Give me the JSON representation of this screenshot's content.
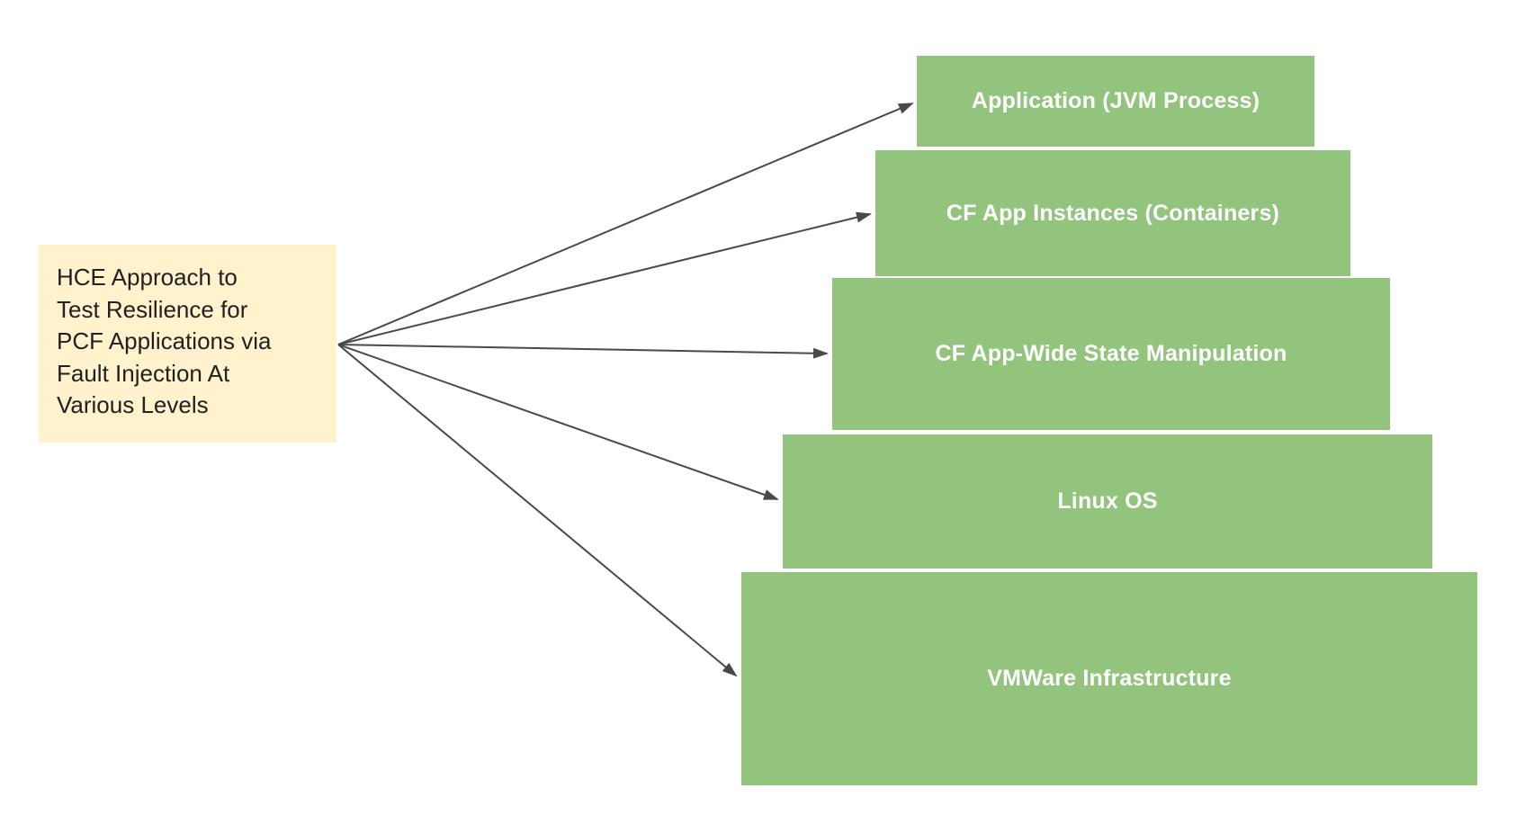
{
  "colors": {
    "background": "#ffffff",
    "source_box_fill": "#fff2cc",
    "source_box_text": "#212121",
    "level_fill": "#93c47d",
    "level_text": "#ffffff",
    "arrow": "#4a4a4a"
  },
  "diagram": {
    "source": {
      "text": "HCE Approach to Test Resilience for PCF Applications via Fault Injection At Various Levels",
      "lines": [
        "HCE Approach to",
        "Test Resilience for",
        "PCF Applications via",
        "Fault Injection At",
        "Various Levels"
      ]
    },
    "levels": [
      {
        "label": "Application (JVM Process)"
      },
      {
        "label": "CF App Instances (Containers)"
      },
      {
        "label": "CF App-Wide State Manipulation"
      },
      {
        "label": "Linux OS"
      },
      {
        "label": "VMWare Infrastructure"
      }
    ]
  }
}
